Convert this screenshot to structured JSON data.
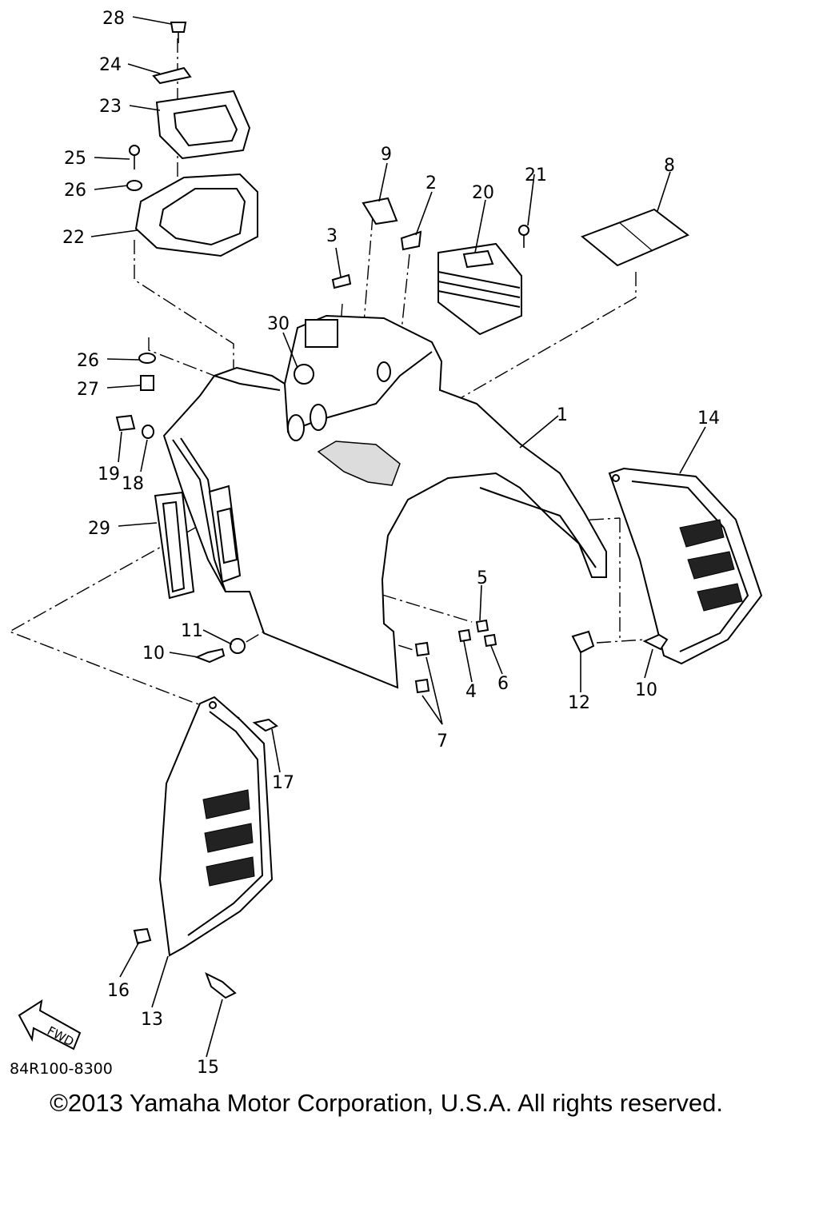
{
  "diagram": {
    "callouts": [
      "28",
      "24",
      "23",
      "25",
      "26",
      "22",
      "9",
      "2",
      "20",
      "21",
      "8",
      "3",
      "30",
      "26",
      "27",
      "19",
      "18",
      "29",
      "1",
      "14",
      "5",
      "11",
      "10",
      "4",
      "6",
      "12",
      "10",
      "7",
      "17",
      "16",
      "13",
      "15"
    ],
    "fwd_label": "FWD",
    "drawing_code": "84R100-8300"
  },
  "footer": {
    "copyright": "©2013 Yamaha Motor Corporation, U.S.A. All rights reserved."
  }
}
